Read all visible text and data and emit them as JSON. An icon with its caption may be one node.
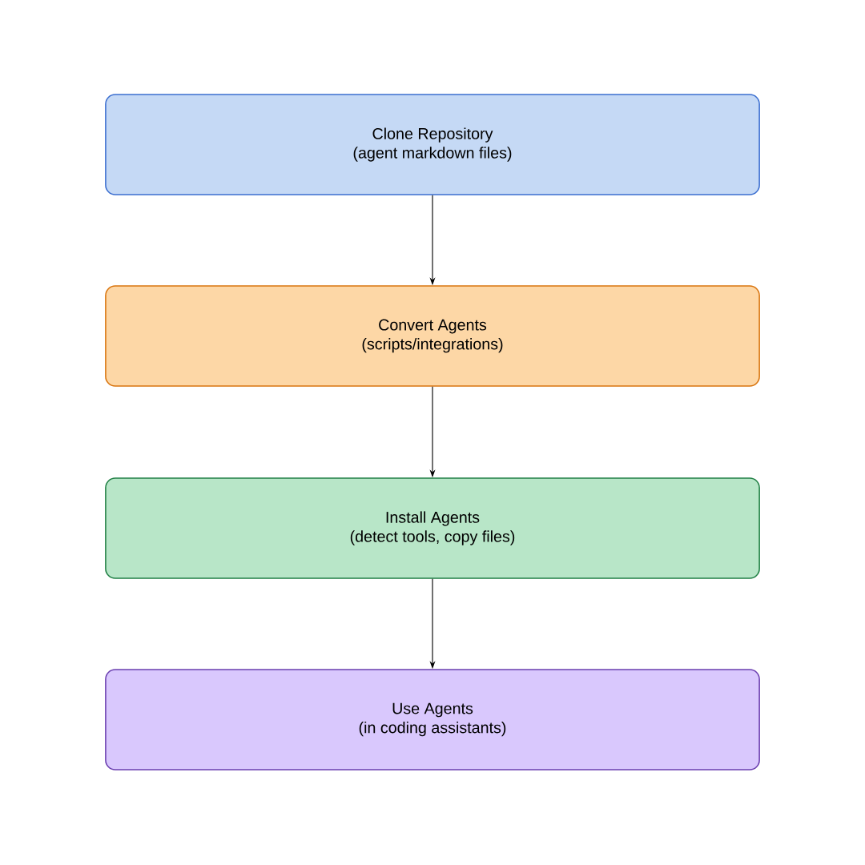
{
  "diagram": {
    "nodes": [
      {
        "text": [
          "Clone Repository",
          "(agent markdown files)"
        ]
      },
      {
        "text": [
          "Convert Agents",
          "(scripts/integrations)"
        ]
      },
      {
        "text": [
          "Install Agents",
          "(detect tools, copy files)"
        ]
      },
      {
        "text": [
          "Use Agents",
          "(in coding assistants)"
        ]
      }
    ],
    "edges": [
      {
        "from": 0,
        "to": 1,
        "arrow": "to"
      },
      {
        "from": 1,
        "to": 2,
        "arrow": "to"
      },
      {
        "from": 2,
        "to": 3,
        "arrow": "to"
      }
    ]
  }
}
